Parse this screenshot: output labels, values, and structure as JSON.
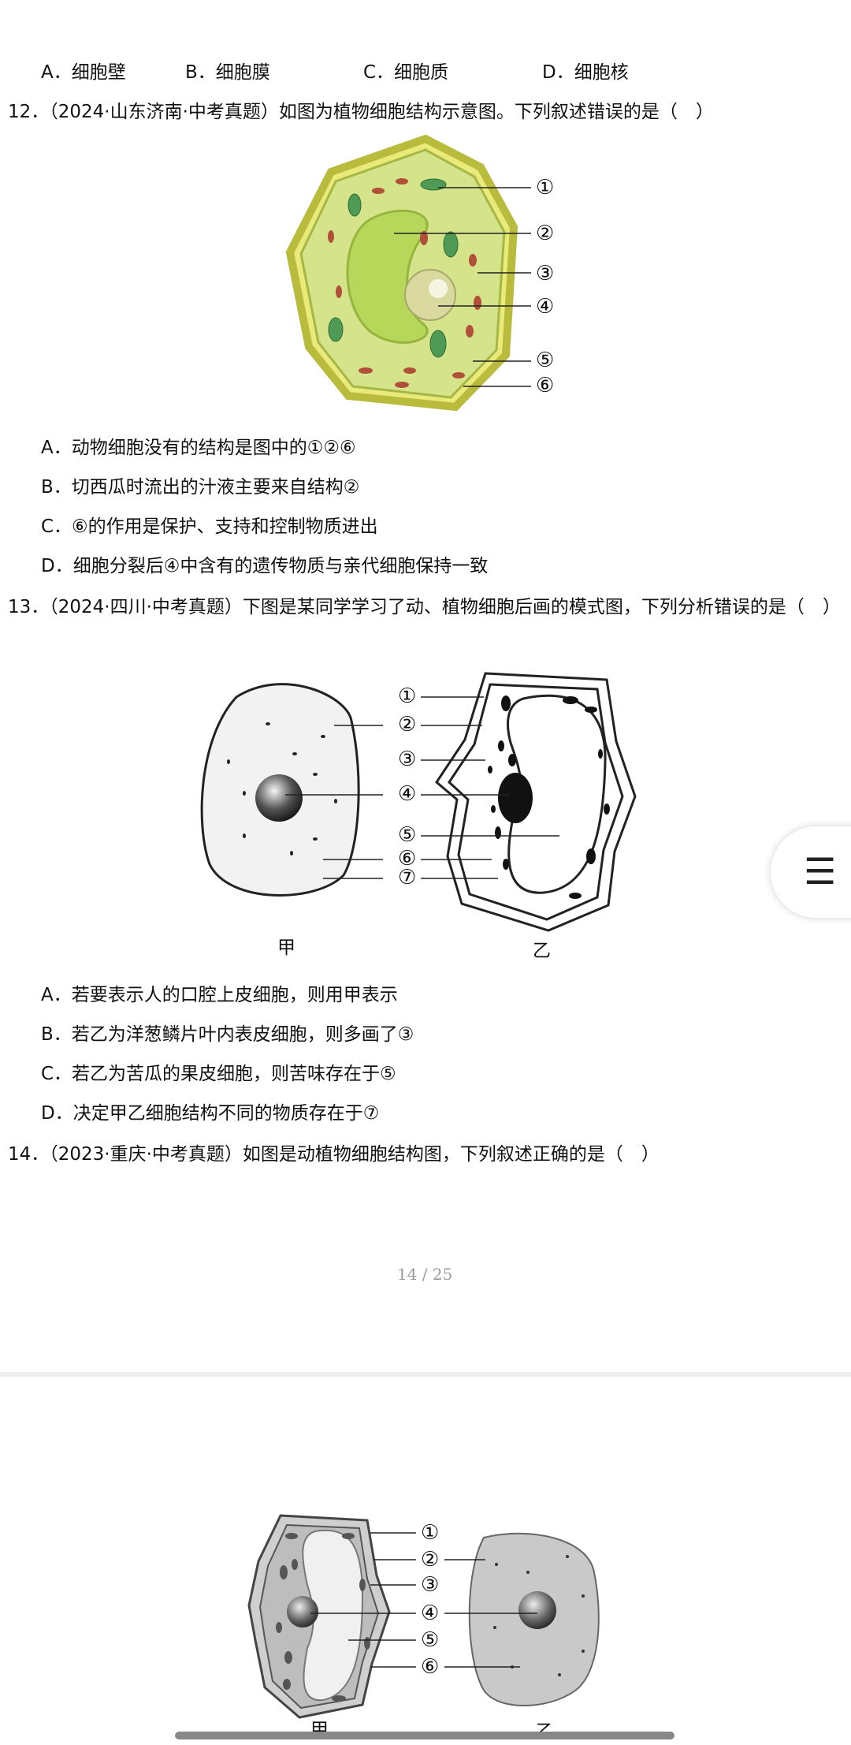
{
  "q11_options": [
    "A．细胞壁",
    "B．细胞膜",
    "C．细胞质",
    "D．细胞核"
  ],
  "q12": {
    "stem": "12．（2024·山东济南·中考真题）如图为植物细胞结构示意图。下列叙述错误的是（　）",
    "labels": [
      "①",
      "②",
      "③",
      "④",
      "⑤",
      "⑥"
    ],
    "options": [
      "A．动物细胞没有的结构是图中的①②⑥",
      "B．切西瓜时流出的汁液主要来自结构②",
      "C．⑥的作用是保护、支持和控制物质进出",
      "D．细胞分裂后④中含有的遗传物质与亲代细胞保持一致"
    ]
  },
  "q13": {
    "stem": "13．（2024·四川·中考真题）下图是某同学学习了动、植物细胞后画的模式图，下列分析错误的是（　）",
    "labels": [
      "①",
      "②",
      "③",
      "④",
      "⑤",
      "⑥",
      "⑦"
    ],
    "caption_left": "甲",
    "caption_right": "乙",
    "options": [
      "A．若要表示人的口腔上皮细胞，则用甲表示",
      "B．若乙为洋葱鳞片叶内表皮细胞，则多画了③",
      "C．若乙为苦瓜的果皮细胞，则苦味存在于⑤",
      "D．决定甲乙细胞结构不同的物质存在于⑦"
    ]
  },
  "q14": {
    "stem": "14．（2023·重庆·中考真题）如图是动植物细胞结构图，下列叙述正确的是（　）",
    "labels": [
      "①",
      "②",
      "③",
      "④",
      "⑤",
      "⑥"
    ],
    "caption_left": "甲",
    "caption_right": "乙"
  },
  "page_indicator": "14 / 25",
  "menu_icon": "menu-icon"
}
